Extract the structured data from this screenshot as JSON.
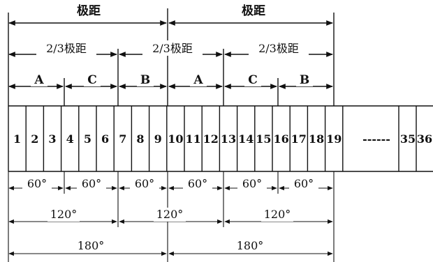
{
  "pole_pitch": [
    "极距",
    "极距"
  ],
  "two_thirds_pitch": [
    "2/3极距",
    "2/3极距",
    "2/3极距"
  ],
  "phases": [
    "A",
    "C",
    "B",
    "A",
    "C",
    "B"
  ],
  "slots": [
    "1",
    "2",
    "3",
    "4",
    "5",
    "6",
    "7",
    "8",
    "9",
    "10",
    "11",
    "12",
    "13",
    "14",
    "15",
    "16",
    "17",
    "18",
    "19"
  ],
  "slot_gap": "------",
  "slot_tail": [
    "35",
    "36"
  ],
  "deg60": [
    "60°",
    "60°",
    "60°",
    "60°",
    "60°",
    "60°"
  ],
  "deg120": [
    "120°",
    "120°",
    "120°"
  ],
  "deg180": [
    "180°",
    "180°"
  ]
}
